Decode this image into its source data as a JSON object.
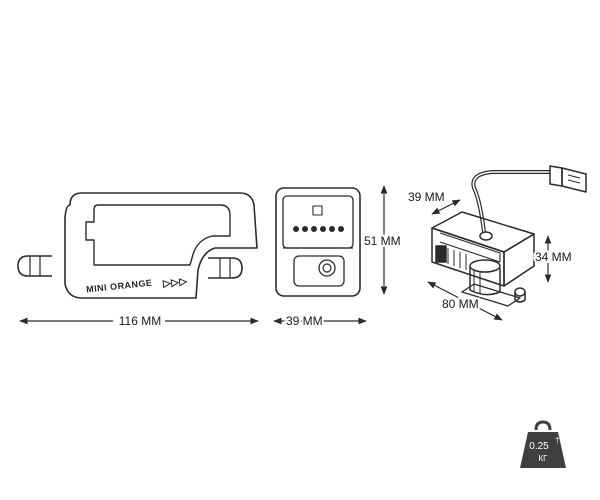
{
  "colors": {
    "line": "#2b2b2b",
    "weight_fill": "#3f3f3f"
  },
  "dimensions": {
    "side_length": "116 MM",
    "front_width": "39 MM",
    "front_height": "51 MM",
    "iso_width": "39 MM",
    "iso_length": "80 MM",
    "iso_height": "34 MM"
  },
  "product": {
    "brand_label": "MINI ORANGE",
    "arrows": "▷▷▷"
  },
  "weight_badge": {
    "value": "0.25",
    "dagger": "†",
    "unit": "КГ",
    "icon": "weight-icon"
  }
}
